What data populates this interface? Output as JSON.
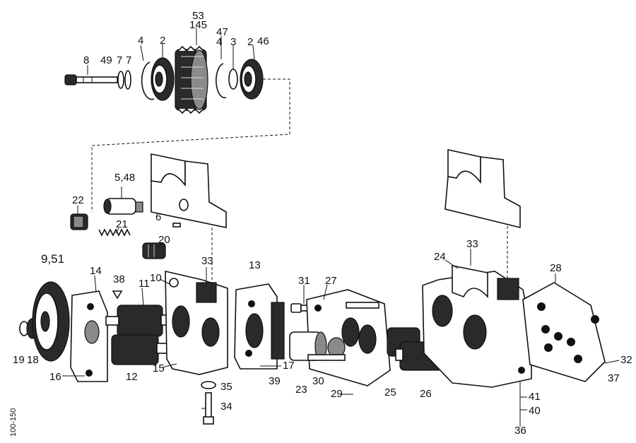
{
  "drawing_code": "100-150",
  "part_labels": {
    "p53": "53",
    "p45": "145",
    "p47": "47",
    "p4a": "4",
    "p2a": "2",
    "p3": "3",
    "p4b": "4",
    "p2b": "2",
    "p46": "46",
    "p8": "8",
    "p49": "49",
    "p7a": "7",
    "p7b": "7",
    "p548": "5,48",
    "p22": "22",
    "p21": "21",
    "p6": "6",
    "p20": "20",
    "p951": "9,51",
    "p14": "14",
    "p38": "38",
    "p11": "11",
    "p10": "10",
    "p33a": "33",
    "p13": "13",
    "p31": "31",
    "p27": "27",
    "p24": "24",
    "p33b": "33",
    "p28": "28",
    "p19": "19",
    "p18": "18",
    "p16": "16",
    "p12": "12",
    "p15": "15",
    "p35": "35",
    "p34": "34",
    "p39": "39",
    "p17": "17",
    "p23": "23",
    "p30": "30",
    "p29": "29",
    "p25": "25",
    "p26": "26",
    "p41": "41",
    "p40": "40",
    "p36": "36",
    "p32": "32",
    "p37": "37"
  }
}
